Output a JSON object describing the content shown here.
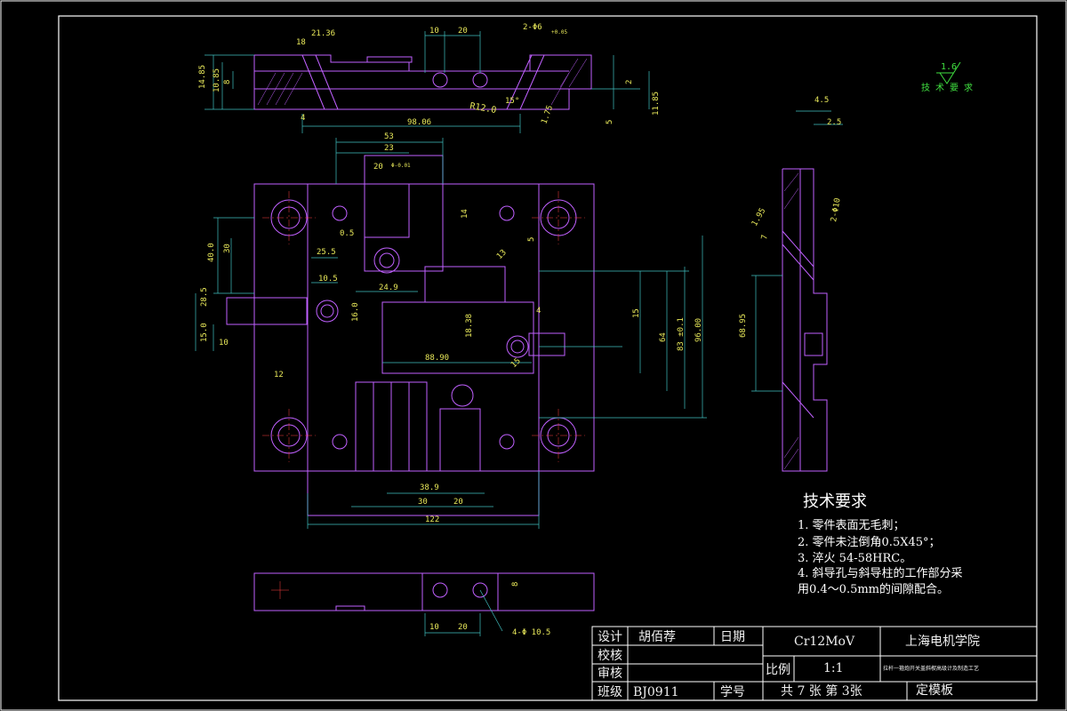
{
  "top_view_dims": {
    "d_21_36": "21.36",
    "d_18": "18",
    "d_10": "10",
    "d_20": "20",
    "d_2phi6": "2-Φ6",
    "d_tol": "+0.05",
    "d_14_85": "14.85",
    "d_10_85": "10.85",
    "d_8": "8",
    "d_4": "4",
    "d_98_06": "98.06",
    "d_r12": "R12.0",
    "d_15": "15°",
    "d_1_75": "1.75",
    "d_5": "5",
    "d_11_85": "11.85",
    "d_2": "2"
  },
  "main_view_dims": {
    "d_53": "53",
    "d_23": "23",
    "d_20": "20",
    "d_phi": "Φ-0.01",
    "d_40": "40.0",
    "d_30": "30",
    "d_0_5": "0.5",
    "d_25_5": "25.5",
    "d_10_5": "10.5",
    "d_24_9": "24.9",
    "d_16": "16.0",
    "d_18_38": "18.38",
    "d_28_5": "28.5",
    "d_15_0": "15.0",
    "d_10": "10",
    "d_12": "12",
    "d_88_90": "88.90",
    "d_38_9": "38.9",
    "d_20b": "20",
    "d_122": "122",
    "d_14": "14",
    "d_5": "5",
    "d_4": "4",
    "d_15b": "15",
    "d_64": "64",
    "d_83": "83 ±0.1",
    "d_96": "96.00",
    "d_13": "13",
    "d_15c": "15"
  },
  "side_view_dims": {
    "d_4_5": "4.5",
    "d_2_5": "2.5",
    "d_1_95": "1.95",
    "d_phi10": "2-Φ10",
    "d_68_95": "68.95",
    "d_7": "7"
  },
  "bottom_view_dims": {
    "d_10": "10",
    "d_20": "20",
    "d_8": "8",
    "d_hole": "4-Φ 10.5"
  },
  "roughness": {
    "value": "1.6",
    "label": "技 术 要 求"
  },
  "requirements": {
    "title": "技术要求",
    "items": [
      "1. 零件表面无毛刺；",
      "2. 零件未注倒角0.5X45°；",
      "3. 淬火 54-58HRC。",
      "4. 斜导孔与斜导柱的工作部分采",
      "用0.4～0.5mm的间隙配合。"
    ]
  },
  "title_block": {
    "design_label": "设计",
    "designer": "胡佰荐",
    "date_label": "日期",
    "check_label": "校核",
    "review_label": "审核",
    "class_label": "班级",
    "class_value": "BJ0911",
    "student_id_label": "学号",
    "material": "Cr12MoV",
    "school": "上海电机学院",
    "scale_label": "比例",
    "scale_value": "1:1",
    "project": "拉杆一箍炮开关盖斜楔高级计及制造工艺",
    "sheets": "共 7 张 第 3张",
    "part_name": "定模板"
  },
  "colors": {
    "background": "#000000",
    "outline": "#c060ff",
    "dimension": "#40c0c0",
    "text": "#e8e85a",
    "border": "#ffffff",
    "centerline": "#ff4040"
  }
}
